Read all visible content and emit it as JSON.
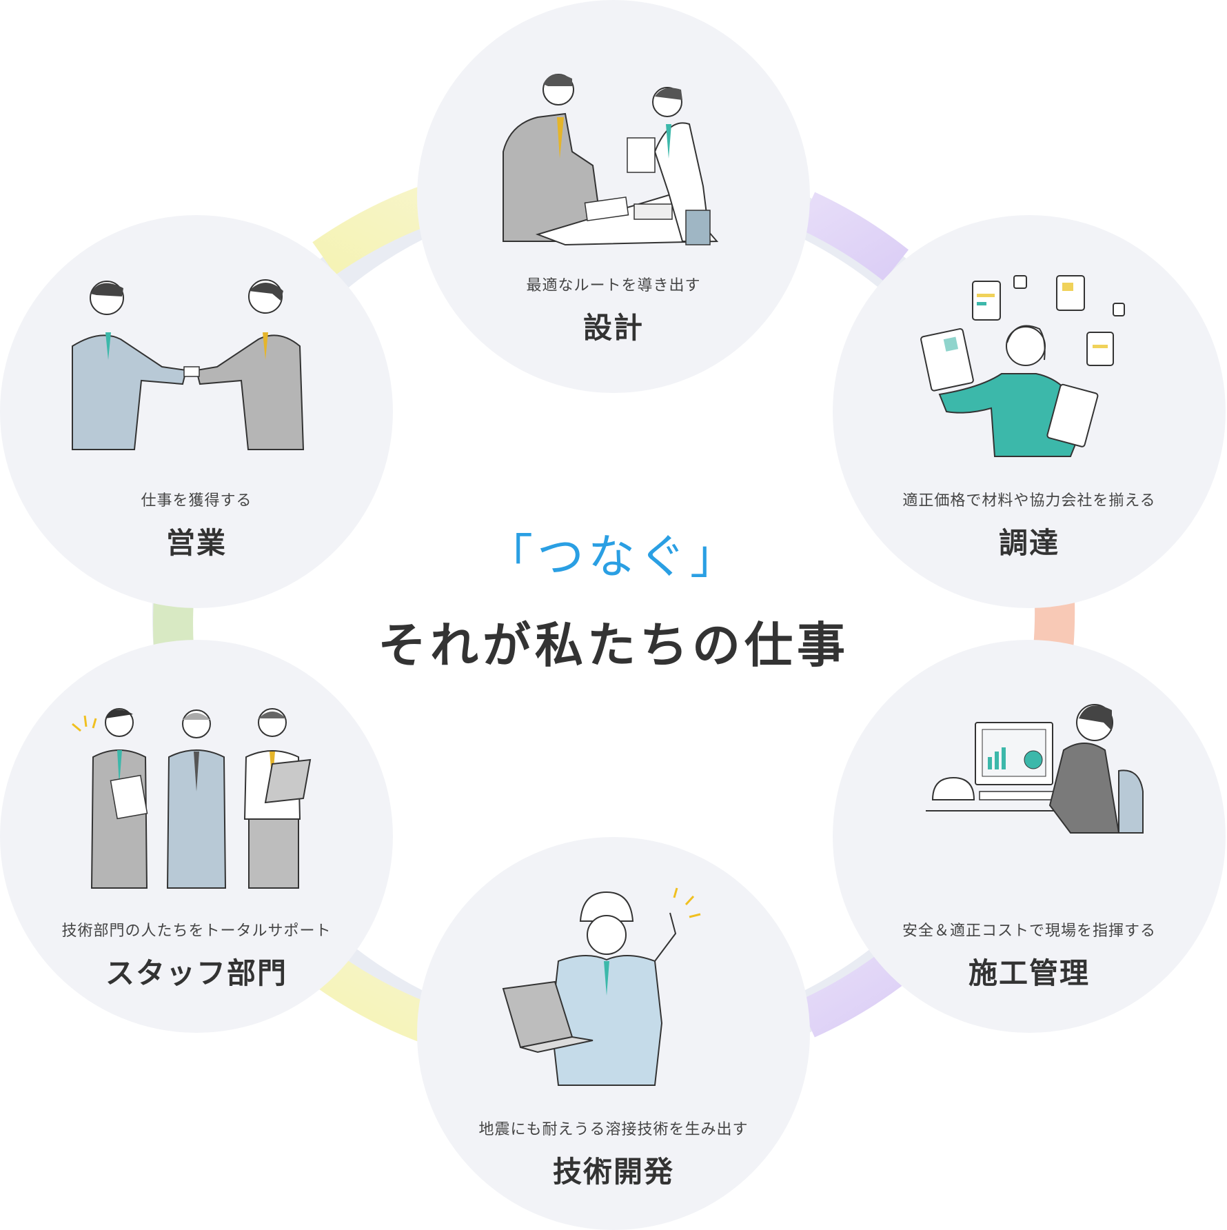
{
  "center": {
    "highlight": "「つなぐ」",
    "headline": "それが私たちの仕事"
  },
  "colors": {
    "accent_blue": "#2a9fe3",
    "circle_bg": "#f2f3f7",
    "ring_yellow": "#f5f3b6",
    "ring_purple": "#e3d9f8",
    "ring_salmon": "#f8c9b6",
    "ring_green": "#d8e9c3",
    "teal": "#3cb8aa"
  },
  "roles": [
    {
      "id": "design",
      "caption": "最適なルートを導き出す",
      "title": "設計",
      "icon": "meeting-icon"
    },
    {
      "id": "procurement",
      "caption": "適正価格で材料や協力会社を揃える",
      "title": "調達",
      "icon": "documents-icon"
    },
    {
      "id": "construction",
      "caption": "安全＆適正コストで現場を指揮する",
      "title": "施工管理",
      "icon": "computer-desk-icon"
    },
    {
      "id": "rnd",
      "caption": "地震にも耐えうる溶接技術を生み出す",
      "title": "技術開発",
      "icon": "engineer-laptop-icon"
    },
    {
      "id": "staff",
      "caption": "技術部門の人たちをトータルサポート",
      "title": "スタッフ部門",
      "icon": "team-icon"
    },
    {
      "id": "sales",
      "caption": "仕事を獲得する",
      "title": "営業",
      "icon": "handshake-icon"
    }
  ]
}
